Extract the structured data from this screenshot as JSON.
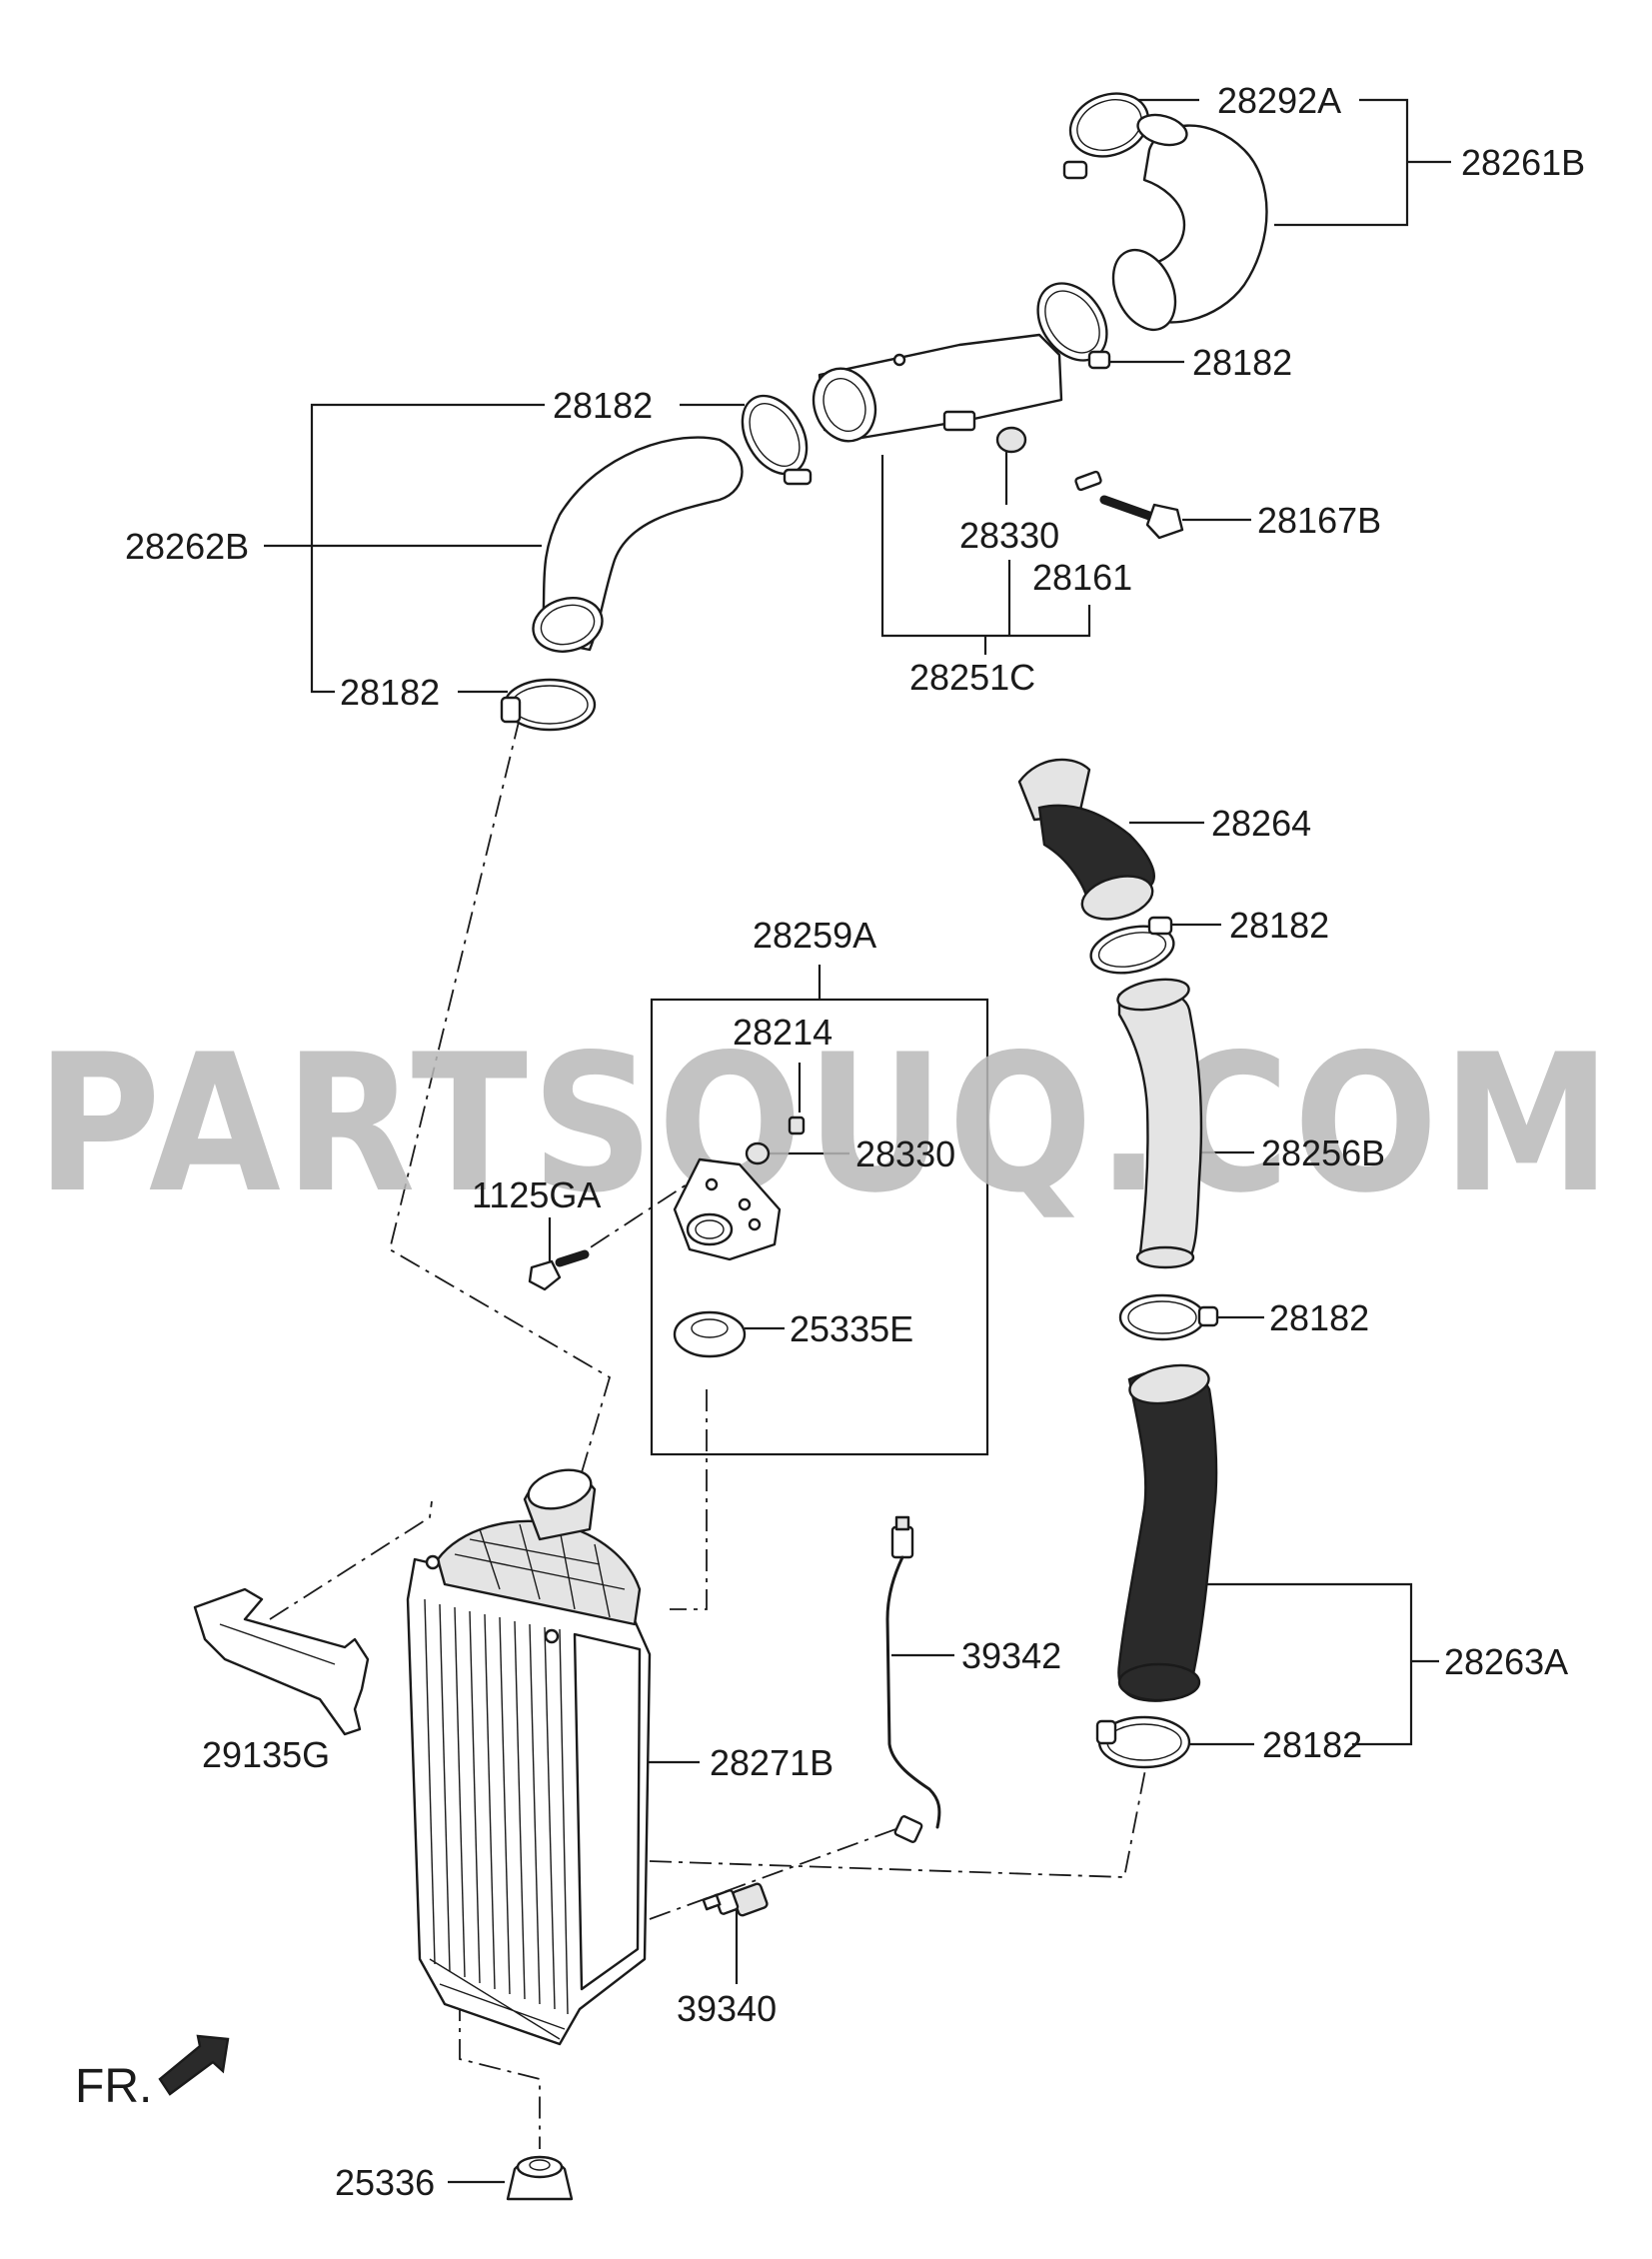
{
  "watermark": "PARTSOUQ.COM",
  "direction_label": "FR.",
  "callouts": {
    "p28292A": "28292A",
    "p28261B": "28261B",
    "p28182_top_right": "28182",
    "p28182_top_left": "28182",
    "p28262B": "28262B",
    "p28182_left_lower": "28182",
    "p28330_top": "28330",
    "p28167B": "28167B",
    "p28161": "28161",
    "p28251C": "28251C",
    "p28264": "28264",
    "p28182_mid_right": "28182",
    "p28259A": "28259A",
    "p28214": "28214",
    "p28330_mid": "28330",
    "p1125GA": "1125GA",
    "p28256B": "28256B",
    "p25335E": "25335E",
    "p28182_right_lower": "28182",
    "p39342": "39342",
    "p28263A": "28263A",
    "p29135G": "29135G",
    "p28271B": "28271B",
    "p28182_bottom_right": "28182",
    "p39340": "39340",
    "p25336": "25336"
  }
}
